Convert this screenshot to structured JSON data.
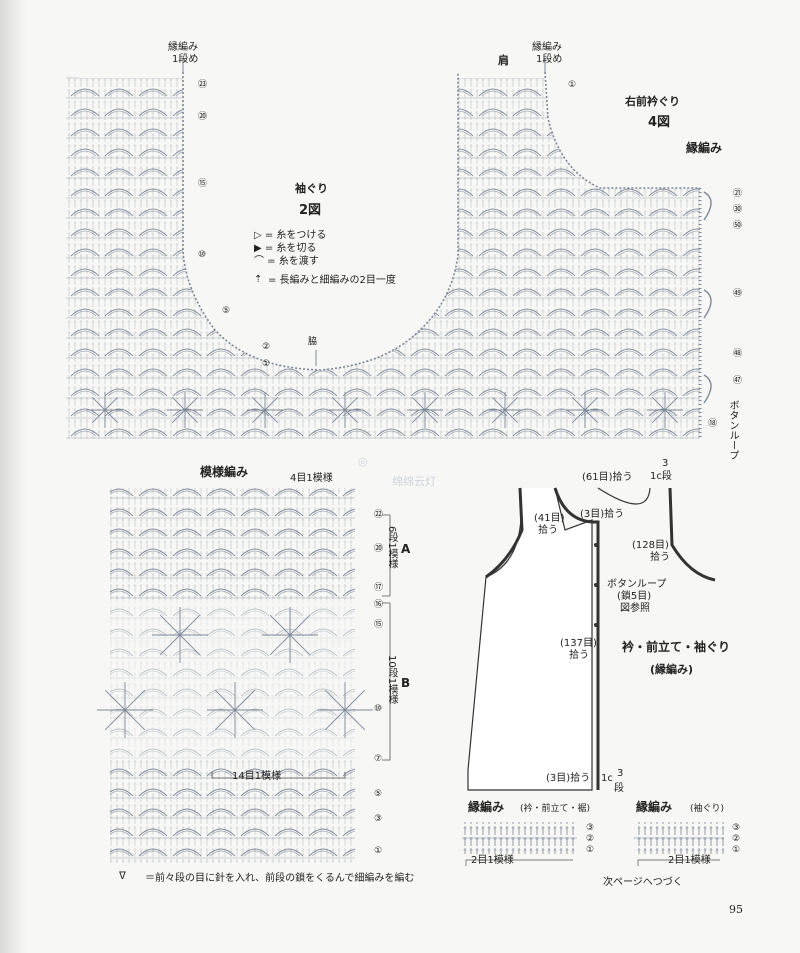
{
  "fig2": {
    "top_label_l1": "縁編み",
    "top_label_l2": "1段め",
    "title": "袖ぐり",
    "num": "2図",
    "bottom_label": "脇",
    "rows": [
      "㉓",
      "⑳",
      "⑮",
      "⑩",
      "⑤",
      "②",
      "①"
    ]
  },
  "legend": {
    "attach": "▷ = 糸をつける",
    "cut": "▶ = 糸を切る",
    "carry": "⌒ = 糸を渡す",
    "dec": "= 長編みと細編みの2目一度"
  },
  "fig4": {
    "shoulder": "肩",
    "top_label_l1": "縁編み",
    "top_label_l2": "1段め",
    "title": "右前衿ぐり",
    "num": "4図",
    "edge_title": "縁編み",
    "button_loop": "ボタンループ",
    "stitch_nums": [
      "①",
      "㉑",
      "㉚",
      "㊿",
      "㊾",
      "㊽",
      "㊼",
      "⑱"
    ]
  },
  "pattern": {
    "title": "模様編み",
    "repeat_top": "4目1模様",
    "repeat_bottom": "14目1模様",
    "a_rows": "6段1模様",
    "a": "A",
    "b_rows": "10段1模様",
    "b": "B",
    "row_nums": [
      "㉒",
      "⑳",
      "⑰",
      "⑯",
      "⑮",
      "⑩",
      "⑦",
      "⑤",
      "③",
      "①"
    ],
    "footnote": "＝前々段の目に針を入れ、前段の鎖をくるんで細編みを編む"
  },
  "watermark": "绵绵云灯",
  "schematic": {
    "l_61": "(61目)拾う",
    "l_3c": "3",
    "l_1c": "1c段",
    "l_41": "(41目)",
    "l_41b": "拾う",
    "l_3a": "(3目)拾う",
    "l_128": "(128目)",
    "l_128b": "拾う",
    "loop1": "ボタンループ",
    "loop2": "(鎖5目)",
    "loop3": "図参照",
    "l_137": "(137目)",
    "l_137b": "拾う",
    "title": "衿・前立て・袖ぐり",
    "subtitle": "(縁編み)",
    "l_3b": "(3目)拾う",
    "l_1cb": "1c",
    "l_3d": "3",
    "l_dan": "段"
  },
  "edge1": {
    "title": "縁編み",
    "sub": "(衿・前立て・裾)",
    "repeat": "2目1模様",
    "rows": [
      "③",
      "②",
      "①"
    ]
  },
  "edge2": {
    "title": "縁編み",
    "sub": "(袖ぐり)",
    "repeat": "2目1模様",
    "rows": [
      "③",
      "②",
      "①"
    ]
  },
  "next_page": "次ページへつづく",
  "page_number": "95"
}
